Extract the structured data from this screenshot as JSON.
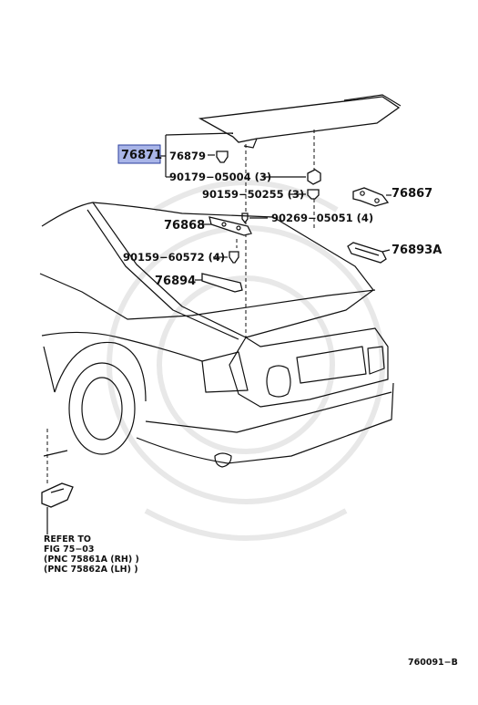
{
  "highlight_color": "#a9b5e8",
  "parts": {
    "p76871": "76871",
    "p76879": "76879",
    "p90179": "90179−05004 (3)",
    "p90159a": "90159−50255 (3)",
    "p76867": "76867",
    "p76868": "76868",
    "p90269": "90269−05051 (4)",
    "p90159b": "90159−60572 (4)",
    "p76893A": "76893A",
    "p76894": "76894"
  },
  "refer": {
    "line1": "REFER TO",
    "line2": "FIG 75−03",
    "line3": "(PNC 75861A (RH) )",
    "line4": "(PNC 75862A (LH) )"
  },
  "figure_id": "760091−B"
}
